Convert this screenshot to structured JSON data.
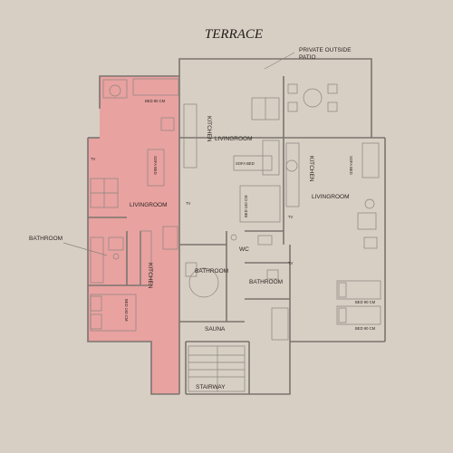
{
  "title": "TERRACE",
  "labels": {
    "patio": "PRIVATE OUTSIDE",
    "patio2": "PATIO",
    "bathroom_callout": "BATHROOM",
    "livingroom_left": "LIVINGROOM",
    "livingroom_center": "LIVINGROOM",
    "livingroom_right": "LIVINGROOM",
    "kitchen_left": "KITCHEN",
    "kitchen_center": "KITCHEN",
    "kitchen_right": "KITCHEN",
    "wc": "WC",
    "bathroom_center": "BATHROOM",
    "bathroom_right": "BATHROOM",
    "sauna": "SAUNA",
    "stairway": "STAIRWAY",
    "bed90_top": "BED 90 CM",
    "bed160_left": "BED 160 CM",
    "bed160_center": "BED 160 CM",
    "bed90_right1": "BED 90 CM",
    "bed90_right2": "BED 90 CM",
    "sofabed_left": "SOFA BED",
    "sofabed_center": "SOFA BED",
    "sofabed_right": "SOFA BED",
    "tv1": "TV",
    "tv2": "TV",
    "tv3": "TV",
    "tv4": "TV"
  },
  "colors": {
    "background": "#d8cfc4",
    "highlight": "#e8a2a0",
    "wall": "#7a756f"
  }
}
